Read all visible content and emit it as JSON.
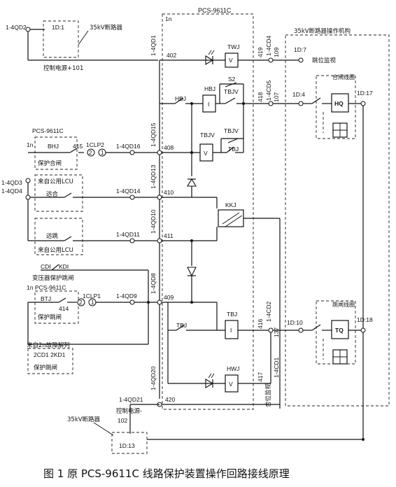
{
  "unit_box": {
    "title": "PCS-9611C",
    "unit_no": "1n"
  },
  "breaker_box": {
    "title": "35kV断路器操作机构"
  },
  "top_left": {
    "terminal": "1-4QD2",
    "terminal_block": "1D:1",
    "breaker": "35kV断路器",
    "supply": "控制电源+101"
  },
  "bottom_left": {
    "breaker": "35kV断路器",
    "supply": "控制电源-",
    "wire_no": "102",
    "terminal_block": "1D:13",
    "terminal": "1-4QD21"
  },
  "qd_labels": {
    "qd1": "1-4QD1",
    "qd15": "1-4QD15",
    "qd16": "1-4QD16",
    "qd13": "1-4QD13",
    "qd14": "1-4QD14",
    "qd10": "1-4QD10",
    "qd11": "1-4QD11",
    "qd3": "1-4QD3",
    "qd4": "1-4QD4",
    "qd8": "1-4QD8",
    "qd9": "1-4QD9",
    "qd20": "1-4QD20"
  },
  "nodes": {
    "n402": "402",
    "n408": "408",
    "n410": "410",
    "n411": "411",
    "n409": "409",
    "n420": "420",
    "n415": "415",
    "n414": "414",
    "n419": "419",
    "n418": "418",
    "n416": "416",
    "n417": "417",
    "n109": "109",
    "n107": "107",
    "n137": "137"
  },
  "cd_labels": {
    "cd4": "1-4CD4",
    "cd5": "1-4CD5",
    "cd2": "1-4CD2",
    "cd1": "1-4CD1"
  },
  "relays": {
    "twj": "TWJ",
    "hbj": "HBJ",
    "tbjv_top": "TBJV",
    "tbjv_mid": "TBJV",
    "tbj_contact": "TBJ",
    "kkj": "KKJ",
    "tbj_coil": "TBJ",
    "tbj_left": "TBJ",
    "hwj": "HWJ",
    "s2": "S2",
    "coil_v": "V",
    "coil_i": "I",
    "hq": "HQ",
    "tq": "TQ"
  },
  "left_blocks": {
    "close_unit": "PCS-9611C",
    "close_unit_no": "1n",
    "bhj": "BHJ",
    "close_protect": "保护合闸",
    "lcu_top": "来自公用LCU",
    "close_cmd": "远合",
    "trip_cmd": "远跳",
    "lcu_bottom": "来自公用LCU",
    "cd1_tag": "CDI",
    "kd1_tag": "KDI",
    "transformer_trip": "变压器保护跳闸",
    "trip_unit": "1n PCS-9611C",
    "btj": "BTJ",
    "trip_protect": "保护跳闸",
    "fault_source": "来自2n故障解列",
    "fault_tags": "2CD1  2KD1",
    "fault_trip": "保护跳闸",
    "clp2": "1CLP2",
    "clp1": "1CLP1",
    "circ2_a": "2",
    "circ1_a": "1",
    "circ2_b": "2",
    "circ1_b": "1"
  },
  "breaker_side": {
    "d7": "1D:7",
    "position_monitor": "跳位监视",
    "d4": "1D:4",
    "close_coil_label": "合闸线圈",
    "d17": "1D:17",
    "d10": "1D:10",
    "trip_coil_label": "跳闸线圈",
    "d18": "1D:18",
    "close_monitor": "合位监视"
  },
  "caption": "图 1  原 PCS-9611C 线路保护装置操作回路接线原理"
}
